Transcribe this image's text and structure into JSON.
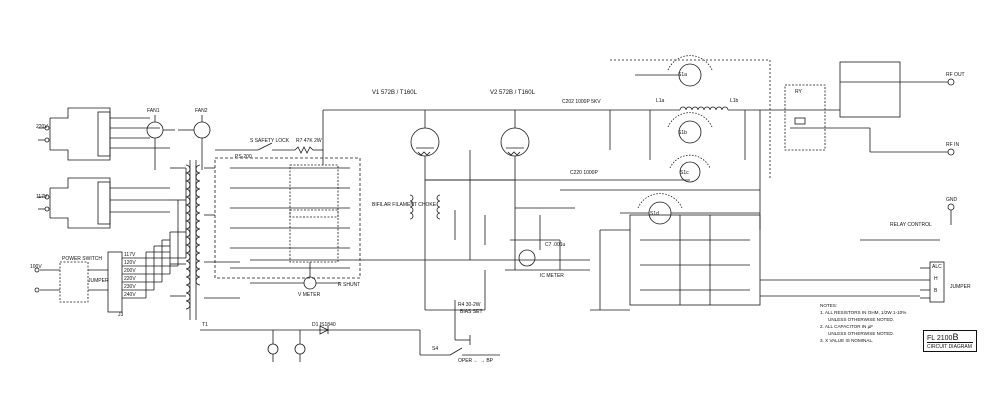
{
  "title": {
    "model": "FL 2100",
    "suffix": "B",
    "subtitle": "CIRCUIT DIAGRAM"
  },
  "notes": {
    "heading": "NOTES:",
    "items": [
      "1. ALL RESISTORS IN OHM, 1/2W 1-10%",
      "UNLESS OTHERWISE NOTED.",
      "2. ALL CAPACITOR IN µF",
      "UNLESS OTHERWISE NOTED.",
      "3. X VALUE IS NOMINAL."
    ]
  },
  "tubes": {
    "v1": "V1  572B / T160L",
    "v2": "V2  572B / T160L"
  },
  "labels": {
    "v220": "220V",
    "v117": "117V",
    "v100": "100V",
    "fan1": "FAN1",
    "fan2": "FAN2",
    "safety": "S SAFETY LOCK",
    "r7": "R7 47K 2W",
    "ps": "PS-200",
    "power_switch": "POWER SWITCH",
    "jumper_cap": "JUMPER",
    "vmeter": "V METER",
    "shunt": "R  SHUNT",
    "bias_set": "BIAS SET",
    "r4_bias": "R4 30-2W",
    "d1": "D1  IS1840",
    "rfc": "BIFILAR FILAMENT CHOKE",
    "c202": "C202  1000P 5KV",
    "c220": "C220 1000P",
    "c7": "C7  .001u",
    "ic_meter": "IC METER",
    "s4": "S4",
    "oper": "OPER ← → BP",
    "rf_out": "RF OUT",
    "rf_in": "RF IN",
    "gnd": "GND",
    "relay_control": "RELAY CONTROL",
    "jumper": "JUMPER",
    "alc": "ALC",
    "h": "H",
    "b": "B",
    "ry": "RY",
    "j3": "J3",
    "t1": "T1",
    "s1a": "S1a",
    "s1b": "S1b",
    "s1c": "S1c",
    "s1d": "S1d",
    "l1a": "L1a",
    "l1b": "L1b",
    "t117": "117V",
    "t120": "120V",
    "t200": "200V",
    "t220": "220V",
    "t230": "230V",
    "t240": "240V"
  }
}
